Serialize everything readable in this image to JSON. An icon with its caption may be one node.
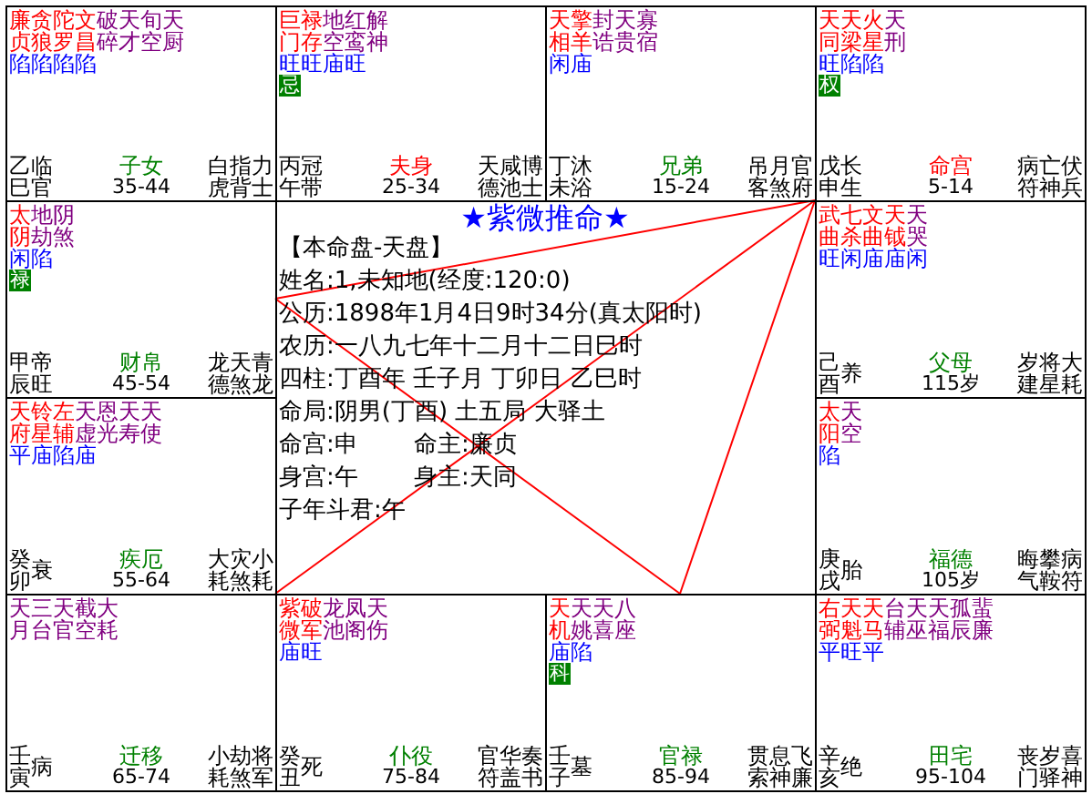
{
  "diagram": {
    "title": "★紫微推命★",
    "nodes": [
      {
        "text": [
          "廉贞",
          "贪狼",
          "陀罗",
          "文昌",
          "破碎",
          "天才",
          "旬空",
          "天厨",
          "陷陷陷陷",
          "乙巳",
          "临官",
          "子女",
          "35-44",
          "白虎",
          "指背",
          "力士"
        ]
      },
      {
        "text": [
          "巨门",
          "禄存",
          "地空",
          "红鸾",
          "解神",
          "旺旺庙旺",
          "忌",
          "丙午",
          "冠带",
          "夫身",
          "25-34",
          "天德",
          "咸池",
          "博士"
        ]
      },
      {
        "text": [
          "天相",
          "擎羊",
          "封诰",
          "天贵",
          "寡宿",
          "闲庙",
          "丁未",
          "沐浴",
          "兄弟",
          "15-24",
          "吊客",
          "月煞",
          "官府"
        ]
      },
      {
        "text": [
          "天同",
          "天梁",
          "火星",
          "天刑",
          "旺陷陷",
          "权",
          "戊申",
          "长生",
          "命宫",
          "5-14",
          "病符",
          "亡神",
          "伏兵"
        ]
      },
      {
        "text": [
          "太阴",
          "地劫",
          "阴煞",
          "闲陷",
          "禄",
          "甲辰",
          "帝旺",
          "财帛",
          "45-54",
          "龙德",
          "天煞",
          "青龙"
        ]
      },
      {
        "text": [
          "武曲",
          "七杀",
          "文曲",
          "天钺",
          "天哭",
          "旺闲庙庙闲",
          "己酉",
          "养",
          "父母",
          "115岁",
          "岁建",
          "将星",
          "大耗"
        ]
      },
      {
        "text": [
          "天府",
          "铃星",
          "左辅",
          "天虚",
          "恩光",
          "天寿",
          "天使",
          "平庙陷庙",
          "癸卯",
          "衰",
          "疾厄",
          "55-64",
          "大耗",
          "灾煞",
          "小耗"
        ]
      },
      {
        "text": [
          "太阳",
          "天空",
          "陷",
          "庚戌",
          "胎",
          "福德",
          "105岁",
          "晦气",
          "攀鞍",
          "病符"
        ]
      },
      {
        "text": [
          "天月",
          "三台",
          "天官",
          "截空",
          "大耗",
          "壬寅",
          "病",
          "迁移",
          "65-74",
          "小耗",
          "劫煞",
          "将军"
        ]
      },
      {
        "text": [
          "紫微",
          "破军",
          "龙池",
          "凤阁",
          "天伤",
          "庙旺",
          "癸丑",
          "死",
          "仆役",
          "75-84",
          "官符",
          "华盖",
          "奏书"
        ]
      },
      {
        "text": [
          "天机",
          "天姚",
          "天喜",
          "八座",
          "庙陷",
          "科",
          "壬子",
          "墓",
          "官禄",
          "85-94",
          "贯索",
          "息神",
          "飞廉"
        ]
      },
      {
        "text": [
          "右弼",
          "天魁",
          "天马",
          "台辅",
          "天巫",
          "天福",
          "孤辰",
          "蜚廉",
          "平旺平",
          "辛亥",
          "绝",
          "田宅",
          "95-104",
          "丧门",
          "岁驿",
          "喜神"
        ]
      }
    ],
    "edges": [
      {
        "from": 3,
        "to": 4,
        "arrow": "none"
      },
      {
        "from": 3,
        "to": 8,
        "arrow": "none"
      },
      {
        "from": 3,
        "to": 10,
        "arrow": "none"
      },
      {
        "from": 4,
        "to": 10,
        "arrow": "none"
      }
    ],
    "labels": [
      "【本命盘-天盘】",
      "姓名:1,未知地(经度:120:0)",
      "公历:1898年1月4日9时34分(真太阳时)",
      "农历:一八九七年十二月十二日巳时",
      "四柱:丁酉年 壬子月 丁卯日 乙巳时",
      "命局:阴男(丁酉) 土五局 大驿土",
      "命宫:申",
      "命主:廉贞",
      "身宫:午",
      "身主:天同",
      "子年斗君:午"
    ]
  }
}
